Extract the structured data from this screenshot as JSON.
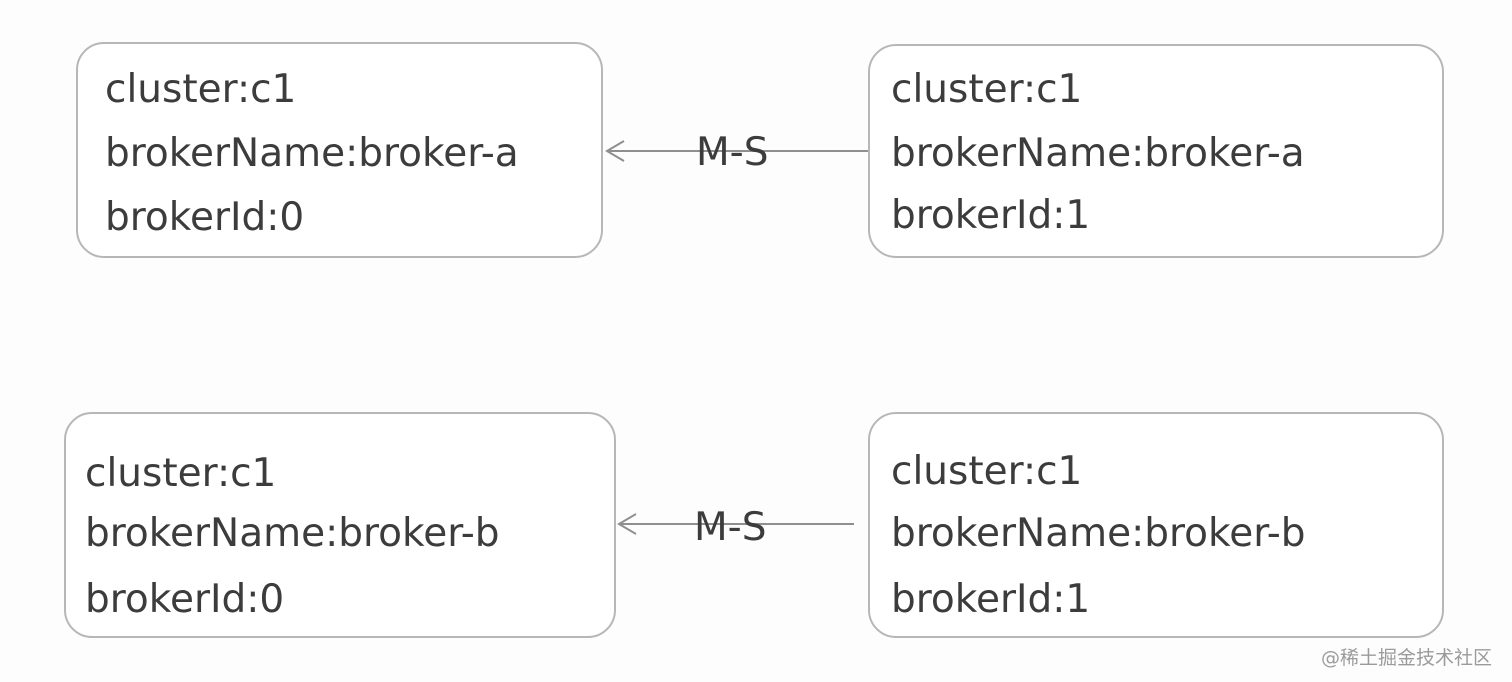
{
  "nodes": [
    {
      "id": "broker-a-master",
      "cluster": "cluster:c1",
      "brokerName": "brokerName:broker-a",
      "brokerId": "brokerId:0"
    },
    {
      "id": "broker-a-slave",
      "cluster": "cluster:c1",
      "brokerName": "brokerName:broker-a",
      "brokerId": "brokerId:1"
    },
    {
      "id": "broker-b-master",
      "cluster": "cluster:c1",
      "brokerName": "brokerName:broker-b",
      "brokerId": "brokerId:0"
    },
    {
      "id": "broker-b-slave",
      "cluster": "cluster:c1",
      "brokerName": "brokerName:broker-b",
      "brokerId": "brokerId:1"
    }
  ],
  "edges": [
    {
      "from": "broker-a-slave",
      "to": "broker-a-master",
      "label": "M-S"
    },
    {
      "from": "broker-b-slave",
      "to": "broker-b-master",
      "label": "M-S"
    }
  ],
  "watermark": "@稀土掘金技术社区",
  "colors": {
    "border": "#b7b7b7",
    "text": "#3c3c3c",
    "connector": "#8f8f8f"
  }
}
